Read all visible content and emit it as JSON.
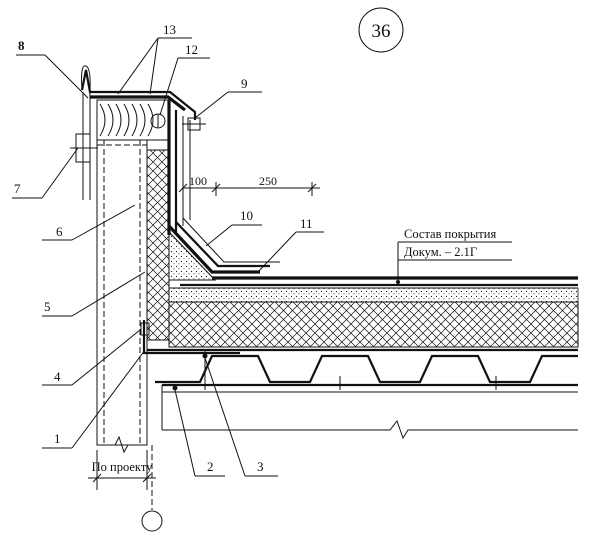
{
  "sheet_number": "36",
  "callouts": [
    "1",
    "2",
    "3",
    "4",
    "5",
    "6",
    "7",
    "8",
    "9",
    "10",
    "11",
    "12",
    "13"
  ],
  "dimensions": {
    "left": "100",
    "right": "250",
    "wall_width": "По проекту"
  },
  "note": {
    "line1": "Состав покрытия",
    "line2": "Докум. – 2.1Г"
  }
}
